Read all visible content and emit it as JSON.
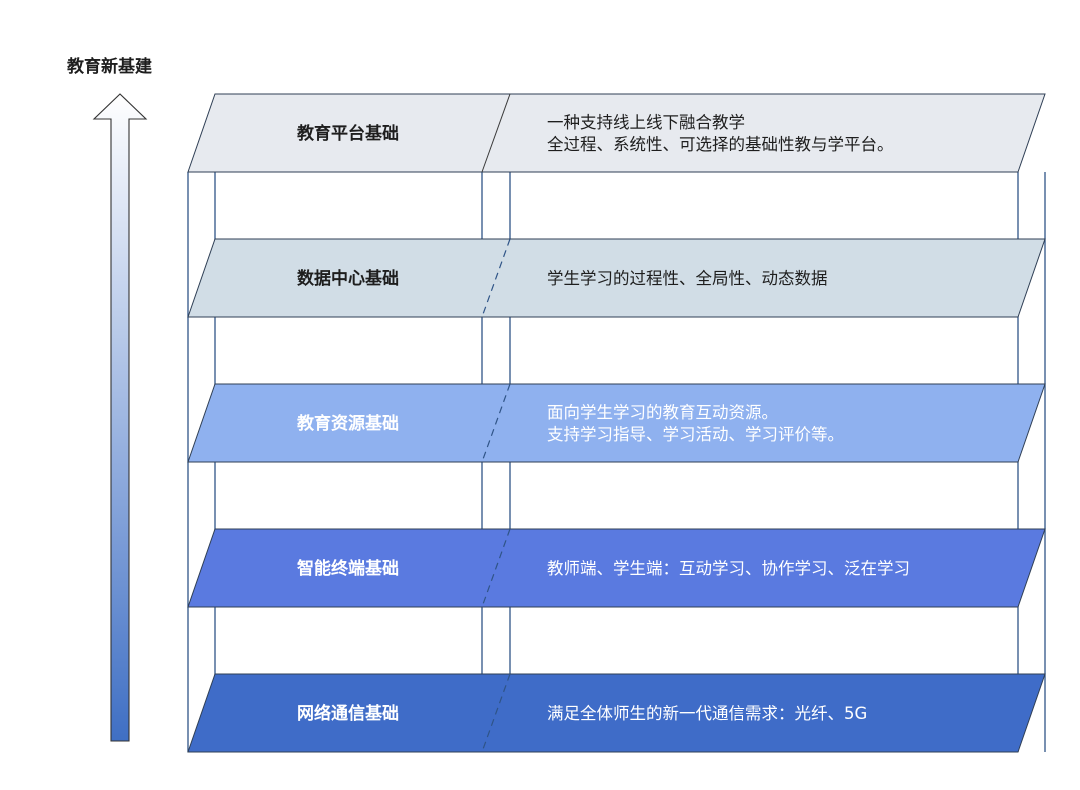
{
  "title": "教育新基建",
  "colors": {
    "arrow_top": "#ffffff",
    "arrow_bottom": "#3f6fc4",
    "frame": "#2f5487"
  },
  "layers": [
    {
      "name": "教育平台基础",
      "desc": [
        "一种支持线上线下融合教学",
        "全过程、系统性、可选择的基础性教与学平台。"
      ],
      "fill": "#e7eaef",
      "text_color": "#1e1e1e"
    },
    {
      "name": "数据中心基础",
      "desc": [
        "学生学习的过程性、全局性、动态数据"
      ],
      "fill": "#d1dde6",
      "text_color": "#1e1e1e"
    },
    {
      "name": "教育资源基础",
      "desc": [
        "面向学生学习的教育互动资源。",
        "支持学习指导、学习活动、学习评价等。"
      ],
      "fill": "#8fb1ef",
      "text_color": "#ffffff"
    },
    {
      "name": "智能终端基础",
      "desc": [
        "教师端、学生端：互动学习、协作学习、泛在学习"
      ],
      "fill": "#5a7ae0",
      "text_color": "#ffffff"
    },
    {
      "name": "网络通信基础",
      "desc": [
        "满足全体师生的新一代通信需求：光纤、5G"
      ],
      "fill": "#3f6cc8",
      "text_color": "#ffffff"
    }
  ]
}
